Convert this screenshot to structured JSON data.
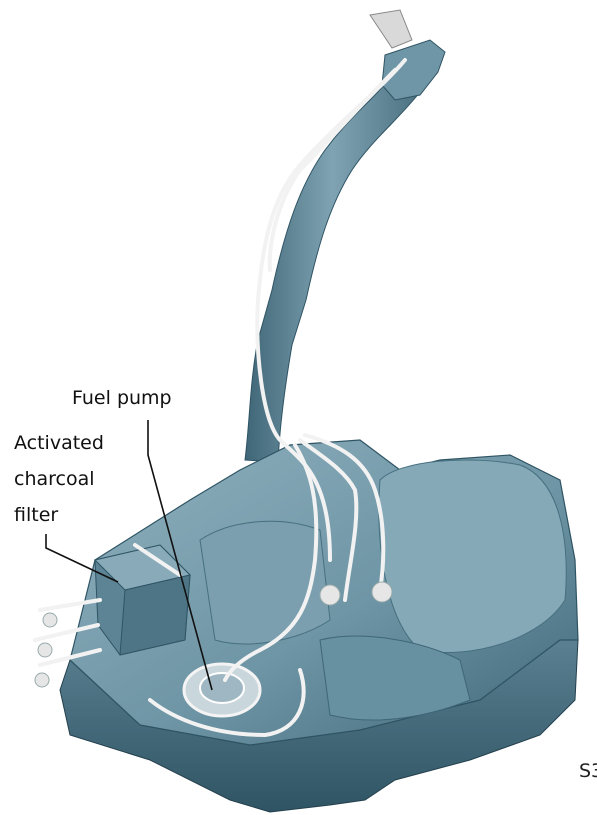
{
  "labels": {
    "fuel_pump": "Fuel pump",
    "charcoal_filter_line1": "Activated",
    "charcoal_filter_line2": "charcoal",
    "charcoal_filter_line3": "filter"
  },
  "figure_code": "S3",
  "colors": {
    "tank_body": "#6f96a6",
    "tank_dark": "#3f6677",
    "tank_light": "#a7c3cf",
    "pipes": "#f2f2f2",
    "leader_lines": "#111111"
  }
}
